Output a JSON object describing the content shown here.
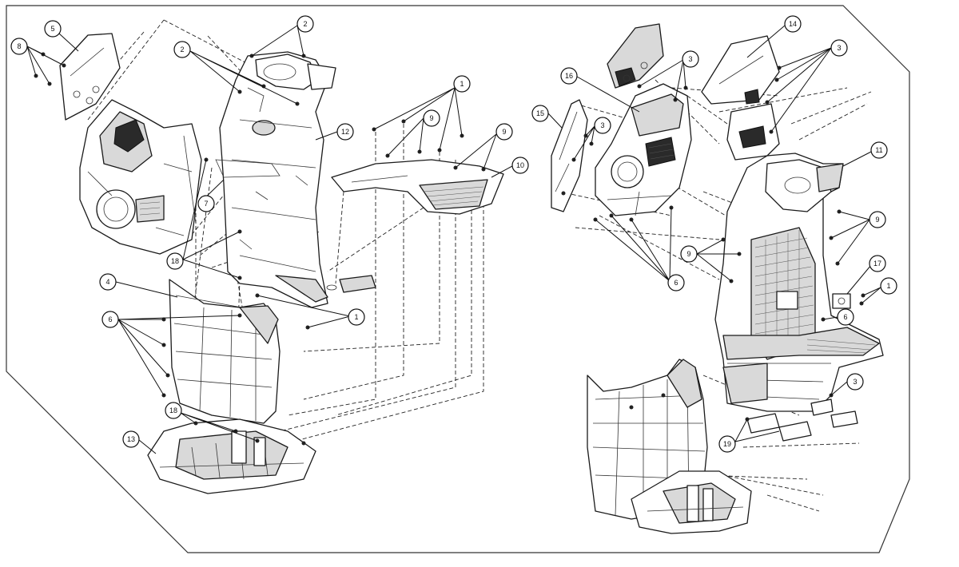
{
  "figure": {
    "kind": "exploded-parts-diagram",
    "panels": [
      "left-assembly",
      "right-assembly"
    ]
  },
  "callouts_left": [
    {
      "label": "8"
    },
    {
      "label": "5"
    },
    {
      "label": "2"
    },
    {
      "label": "2"
    },
    {
      "label": "12"
    },
    {
      "label": "7"
    },
    {
      "label": "18"
    },
    {
      "label": "4"
    },
    {
      "label": "6"
    },
    {
      "label": "1"
    },
    {
      "label": "1"
    },
    {
      "label": "9"
    },
    {
      "label": "9"
    },
    {
      "label": "10"
    },
    {
      "label": "18"
    },
    {
      "label": "13"
    }
  ],
  "callouts_right": [
    {
      "label": "14"
    },
    {
      "label": "3"
    },
    {
      "label": "3"
    },
    {
      "label": "16"
    },
    {
      "label": "15"
    },
    {
      "label": "3"
    },
    {
      "label": "11"
    },
    {
      "label": "9"
    },
    {
      "label": "9"
    },
    {
      "label": "6"
    },
    {
      "label": "17"
    },
    {
      "label": "1"
    },
    {
      "label": "6"
    },
    {
      "label": "3"
    },
    {
      "label": "19"
    }
  ]
}
